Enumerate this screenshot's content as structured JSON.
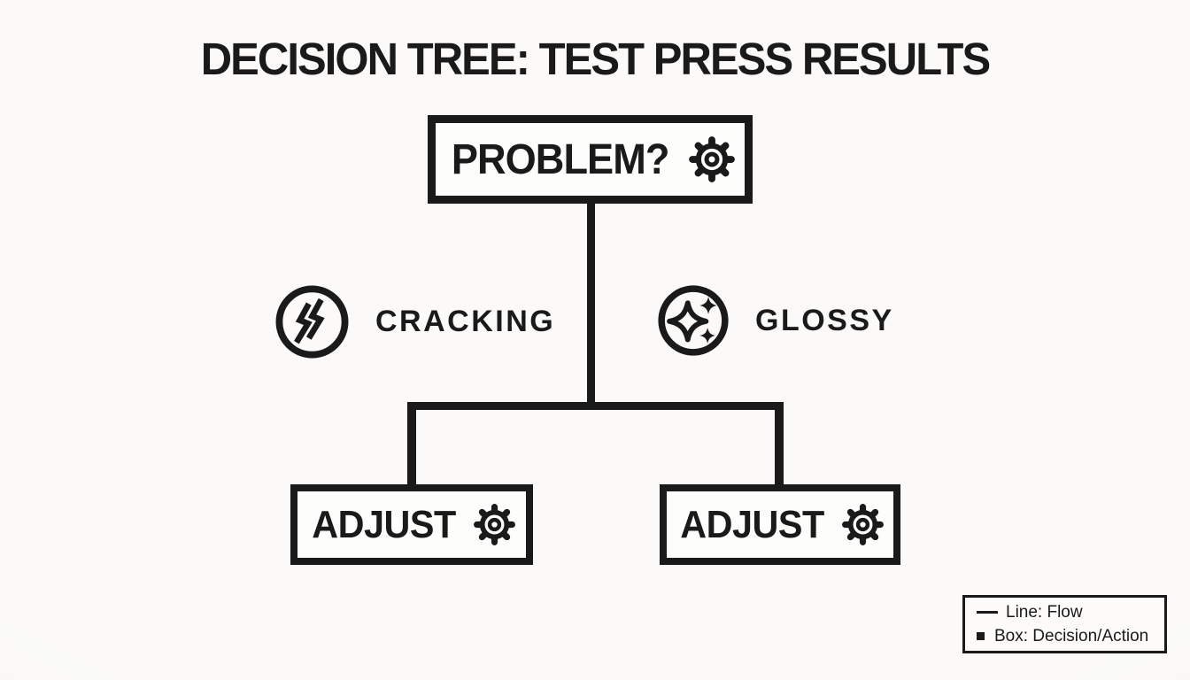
{
  "title": "DECISION TREE: TEST PRESS RESULTS",
  "root_node": {
    "label": "PROBLEM?",
    "icon": "gear-icon"
  },
  "branches": [
    {
      "label": "CRACKING",
      "icon": "crack-circle-icon",
      "side": "left"
    },
    {
      "label": "GLOSSY",
      "icon": "sparkle-circle-icon",
      "side": "right"
    }
  ],
  "leaf_nodes": [
    {
      "label": "ADJUST",
      "icon": "gear-icon",
      "branch": "CRACKING"
    },
    {
      "label": "ADJUST",
      "icon": "gear-icon",
      "branch": "GLOSSY"
    }
  ],
  "legend": {
    "items": [
      {
        "symbol": "line",
        "label": "Line: Flow"
      },
      {
        "symbol": "box",
        "label": "Box: Decision/Action"
      }
    ]
  },
  "colors": {
    "ink": "#1a1a1a",
    "background": "#fbfaf8",
    "node_fill": "#fdfdfb"
  }
}
